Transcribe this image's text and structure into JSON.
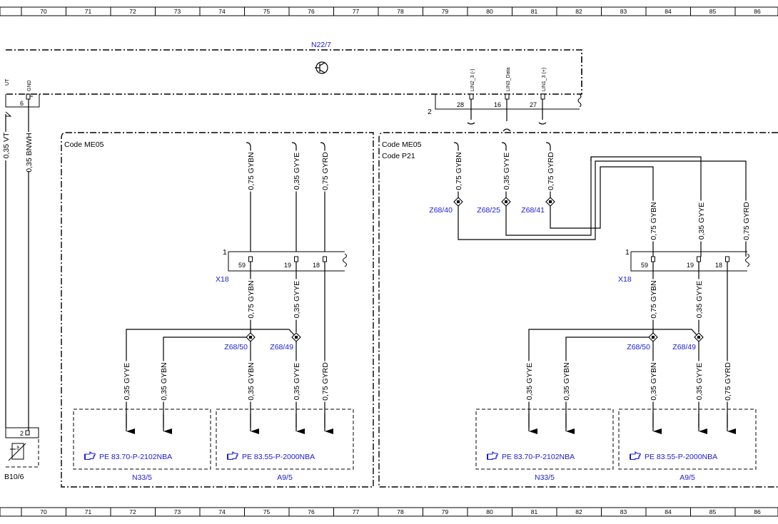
{
  "ruler_cells": [
    "70",
    "71",
    "72",
    "73",
    "74",
    "75",
    "76",
    "77",
    "78",
    "79",
    "80",
    "81",
    "82",
    "83",
    "84",
    "85",
    "86"
  ],
  "header_component": "N22/7",
  "left_device": {
    "pins": [
      "GND"
    ],
    "pin_num": "6",
    "wire": "0,35 BNWH",
    "wire_partial": "0,35 VT",
    "component": "B10/6",
    "pin2": "2"
  },
  "n22_connector": {
    "number": "2",
    "pins": [
      {
        "num": "28",
        "name": "LIN2_3 (-)"
      },
      {
        "num": "16",
        "name": "LIN3_Data"
      },
      {
        "num": "27",
        "name": "LIN1_3 (+)"
      }
    ]
  },
  "left_block": {
    "code_lines": [
      "Code ME05"
    ],
    "top_wires": [
      "0,75 GYBN",
      "0,35 GYYE",
      "0,75 GYRD"
    ],
    "connector": {
      "id": "X18",
      "number": "1",
      "pins": [
        "59",
        "19",
        "18"
      ]
    },
    "mid_wires": [
      "0,75 GYBN",
      "0,35 GYYE"
    ],
    "splices": [
      "Z68/50",
      "Z68/49"
    ],
    "bottom_wires": [
      "0,35 GYYE",
      "0,35 GYBN",
      "0,35 GYBN",
      "0,35 GYYE",
      "0,75 GYRD"
    ],
    "boxes": [
      {
        "ref": "PE 83.70-P-2102NBA",
        "name": "N33/5"
      },
      {
        "ref": "PE 83.55-P-2000NBA",
        "name": "A9/5"
      }
    ]
  },
  "right_block": {
    "code_lines": [
      "Code ME05",
      "Code P21"
    ],
    "top_wires": [
      "0,75 GYBN",
      "0,35 GYYE",
      "0,75 GYRD"
    ],
    "top_splices": [
      "Z68/40",
      "Z68/25",
      "Z68/41"
    ],
    "cross_wires": [
      "0,75 GYBN",
      "0,35 GYYE",
      "0,75 GYRD"
    ],
    "connector": {
      "id": "X18",
      "number": "1",
      "pins": [
        "59",
        "19",
        "18"
      ]
    },
    "mid_wires": [
      "0,75 GYBN",
      "0,35 GYYE"
    ],
    "splices": [
      "Z68/50",
      "Z68/49"
    ],
    "bottom_wires": [
      "0,35 GYYE",
      "0,35 GYBN",
      "0,35 GYBN",
      "0,35 GYYE",
      "0,75 GYRD"
    ],
    "boxes": [
      {
        "ref": "PE 83.70-P-2102NBA",
        "name": "N33/5"
      },
      {
        "ref": "PE 83.55-P-2000NBA",
        "name": "A9/5"
      }
    ]
  },
  "colors": {
    "wire": "#000000",
    "label_blue": "#1a1ad8",
    "background": "#ffffff"
  },
  "icons": [
    "pointing-hand-icon",
    "transistor-icon",
    "sensor-icon"
  ]
}
